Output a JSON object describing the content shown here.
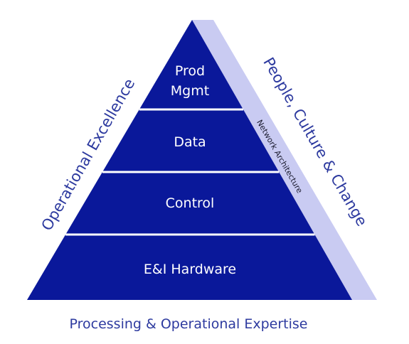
{
  "colors": {
    "pyramid_fill": "#0a189a",
    "divider": "#ffffff",
    "band_fill": "#c9cbf2",
    "text_blue": "#2d3a9f"
  },
  "pyramid": {
    "tiers": [
      {
        "lines": [
          "Prod",
          "Mgmt"
        ]
      },
      {
        "lines": [
          "Data"
        ]
      },
      {
        "lines": [
          "Control"
        ]
      },
      {
        "lines": [
          "E&I Hardware"
        ]
      }
    ]
  },
  "left_label": "Operational Excellence",
  "right_label": "People, Culture & Change",
  "band_label": "Network Architecture",
  "bottom_label": "Processing & Operational Expertise"
}
